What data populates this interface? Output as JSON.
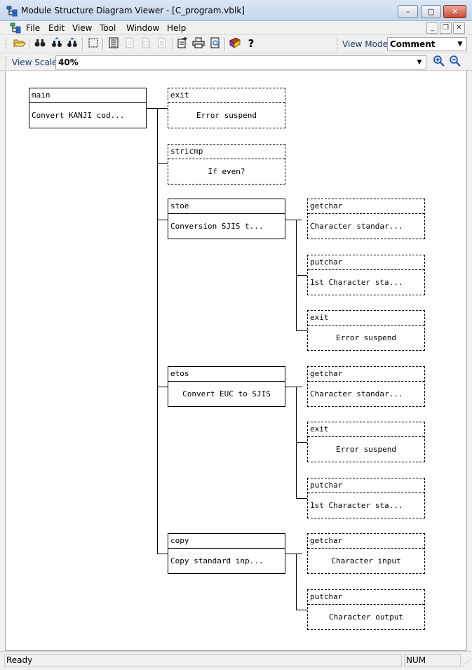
{
  "window": {
    "title": "Module Structure Diagram Viewer - [C_program.vblk]",
    "minimize": "–",
    "maximize": "▢",
    "close": "✕"
  },
  "menu": {
    "items": [
      "File",
      "Edit",
      "View",
      "Tool",
      "Window",
      "Help"
    ],
    "mdi_minimize": "_",
    "mdi_restore": "❐",
    "mdi_close": "✕"
  },
  "toolbar": {
    "view_mode_label": "View Mode",
    "view_mode_value": "Comment"
  },
  "scale": {
    "label": "View Scale",
    "value": "40%"
  },
  "diagram": {
    "nodes": [
      {
        "name": "main",
        "comment": "Convert KANJI cod...",
        "style": "solid",
        "align": "left"
      },
      {
        "name": "exit",
        "comment": "Error suspend",
        "style": "dashed",
        "align": "center"
      },
      {
        "name": "stricmp",
        "comment": "If even?",
        "style": "dashed",
        "align": "center"
      },
      {
        "name": "stoe",
        "comment": "Conversion SJIS t...",
        "style": "solid",
        "align": "left"
      },
      {
        "name": "getchar",
        "comment": "Character standar...",
        "style": "dashed",
        "align": "left"
      },
      {
        "name": "putchar",
        "comment": "1st Character sta...",
        "style": "dashed",
        "align": "left"
      },
      {
        "name": "exit",
        "comment": "Error suspend",
        "style": "dashed",
        "align": "center"
      },
      {
        "name": "etos",
        "comment": "Convert EUC to SJIS",
        "style": "solid",
        "align": "center"
      },
      {
        "name": "getchar",
        "comment": "Character standar...",
        "style": "dashed",
        "align": "left"
      },
      {
        "name": "exit",
        "comment": "Error suspend",
        "style": "dashed",
        "align": "center"
      },
      {
        "name": "putchar",
        "comment": "1st Character sta...",
        "style": "dashed",
        "align": "left"
      },
      {
        "name": "copy",
        "comment": "Copy standard inp...",
        "style": "solid",
        "align": "left"
      },
      {
        "name": "getchar",
        "comment": "Character input",
        "style": "dashed",
        "align": "center"
      },
      {
        "name": "putchar",
        "comment": "Character output",
        "style": "dashed",
        "align": "center"
      }
    ]
  },
  "status": {
    "text": "Ready",
    "num": "NUM"
  }
}
